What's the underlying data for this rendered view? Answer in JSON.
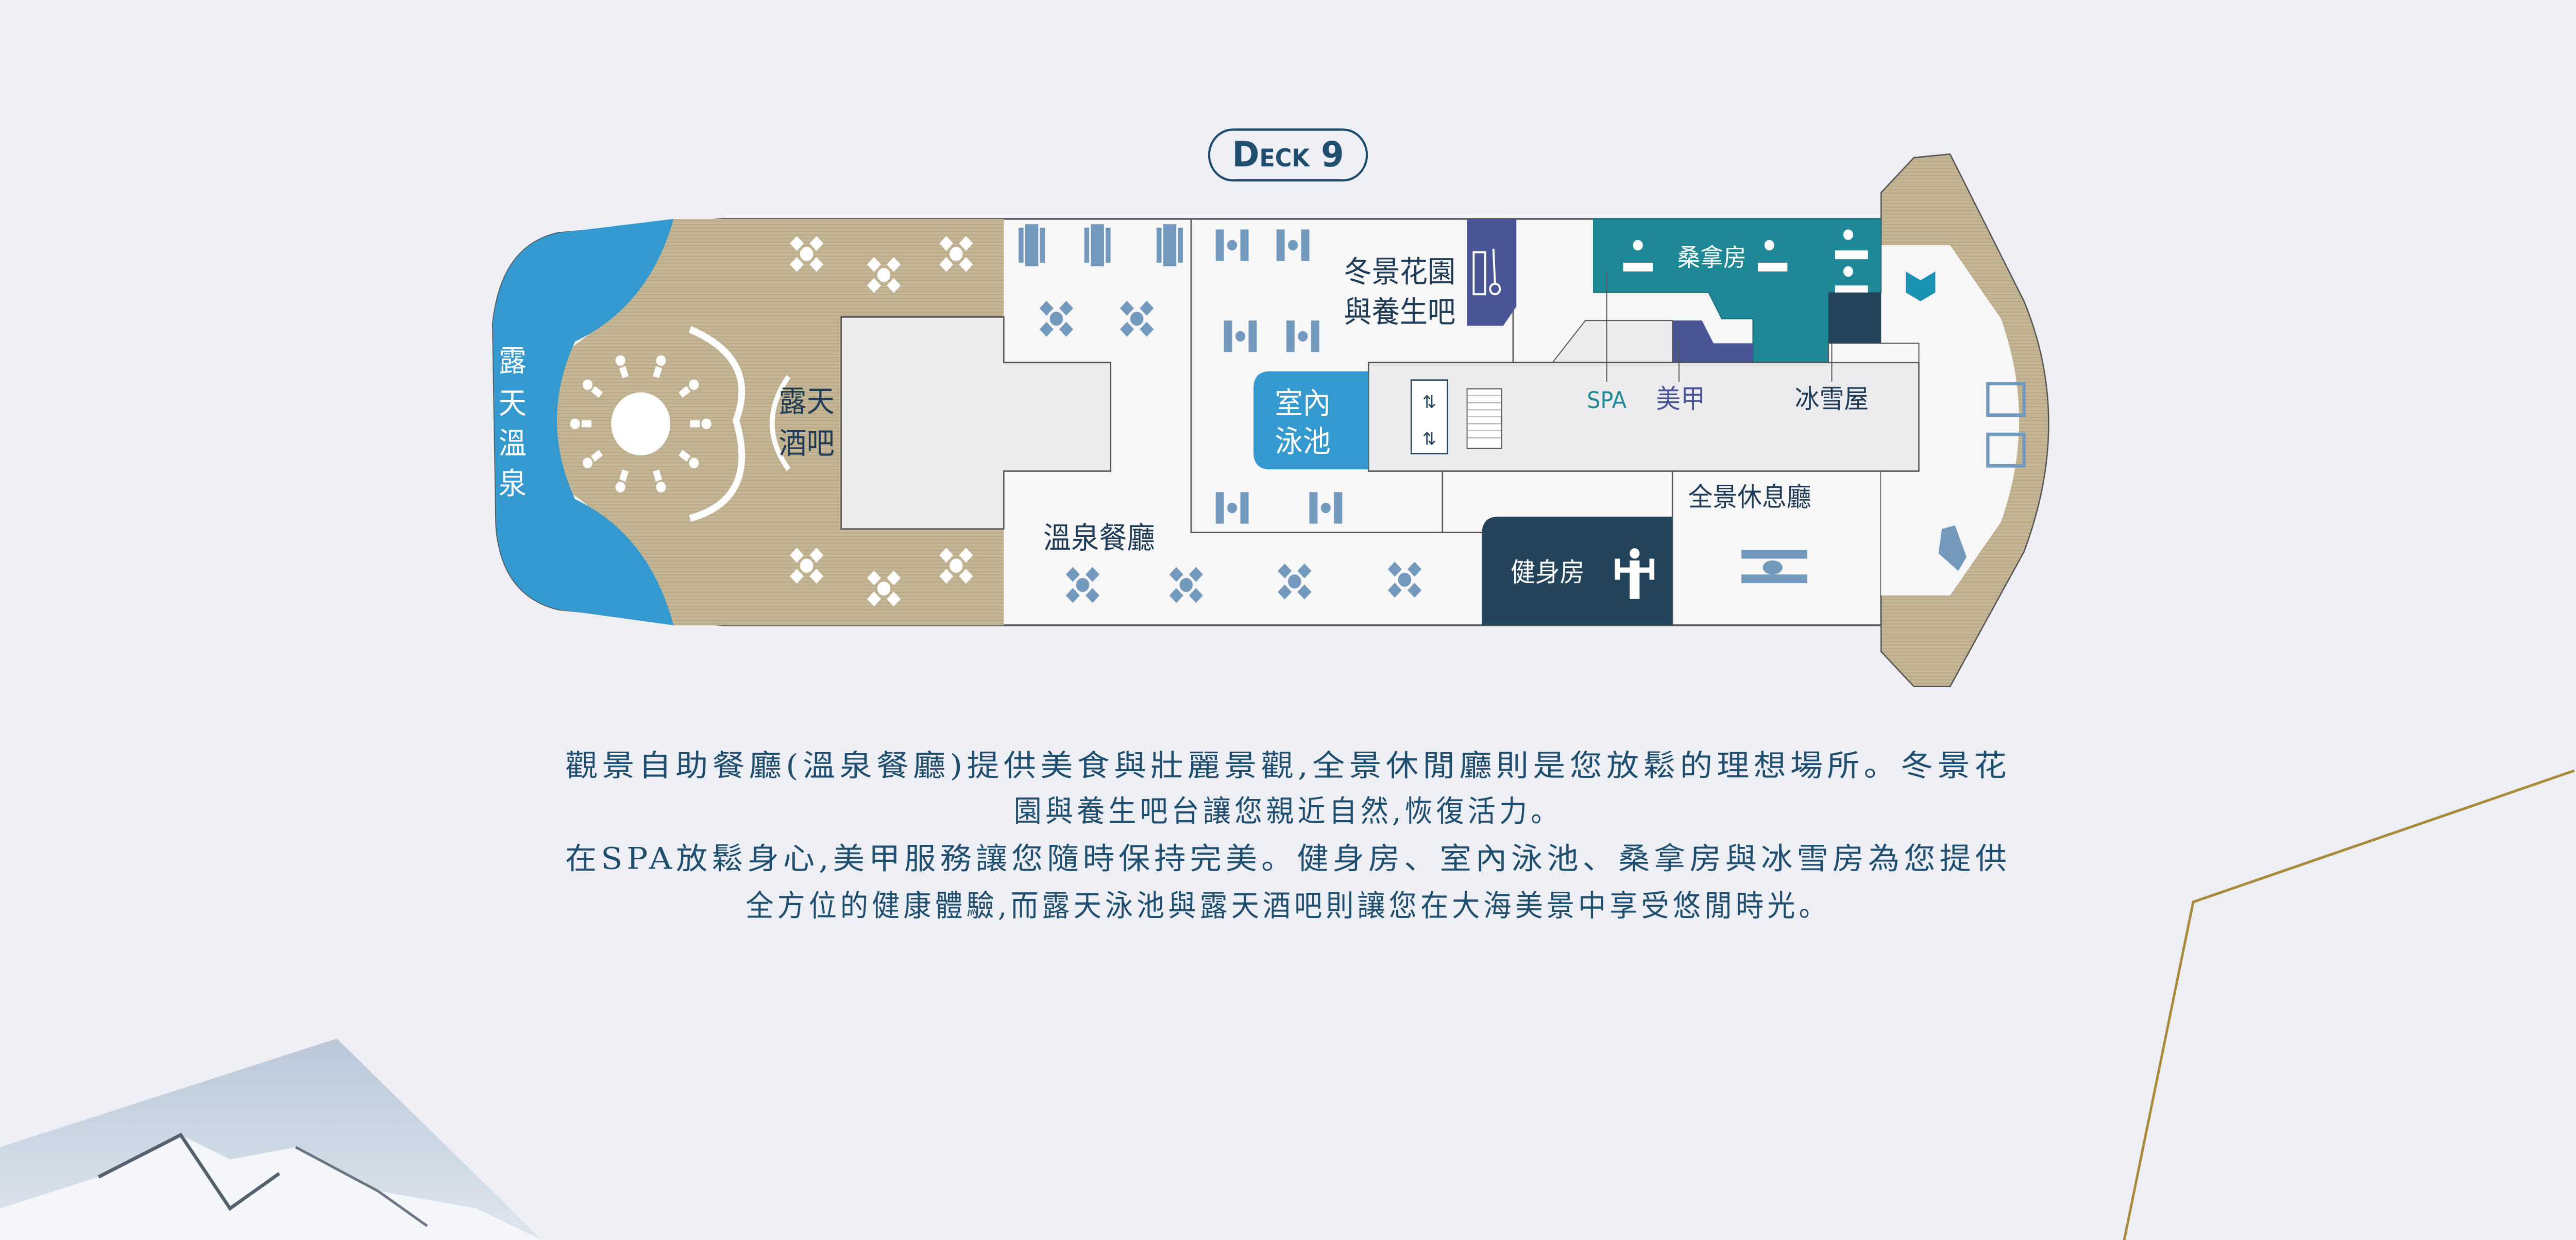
{
  "deck_title": "Deck 9",
  "areas": {
    "outdoor_hot_spring": [
      "露",
      "天",
      "溫",
      "泉"
    ],
    "outdoor_bar": [
      "露天",
      "酒吧"
    ],
    "hot_spring_restaurant": "溫泉餐廳",
    "winter_garden": [
      "冬景花園",
      "與養生吧"
    ],
    "indoor_pool": [
      "室內",
      "泳池"
    ],
    "spa": "SPA",
    "nails": "美甲",
    "snow_room": "冰雪屋",
    "sauna": "桑拿房",
    "panorama_lounge": "全景休息廳",
    "gym": "健身房"
  },
  "description": [
    "觀景自助餐廳(溫泉餐廳)提供美食與壯麗景觀,全景休閒廳則是您放鬆的理想場所。冬景花",
    "園與養生吧台讓您親近自然,恢復活力。",
    "在SPA放鬆身心,美甲服務讓您隨時保持完美。健身房、室內泳池、桑拿房與冰雪房為您提供",
    "全方位的健康體驗,而露天泳池與露天酒吧則讓您在大海美景中享受悠閒時光。"
  ],
  "colors": {
    "background": "#eeeff4",
    "pool_blue": "#3399cf",
    "deck_tan": "#c4b594",
    "spa_teal": "#1e8896",
    "nails_purple": "#4a5597",
    "gym_navy": "#24445c",
    "furniture": "#7399bd",
    "text": "#1f4e6e",
    "gold": "#a88a3a"
  },
  "icons": [
    "table-icon",
    "lounger-icon",
    "elevator-icon",
    "stairs-icon",
    "massage-bed-icon",
    "library-icon",
    "piano-icon",
    "gym-person-icon",
    "hairdresser-icon"
  ]
}
